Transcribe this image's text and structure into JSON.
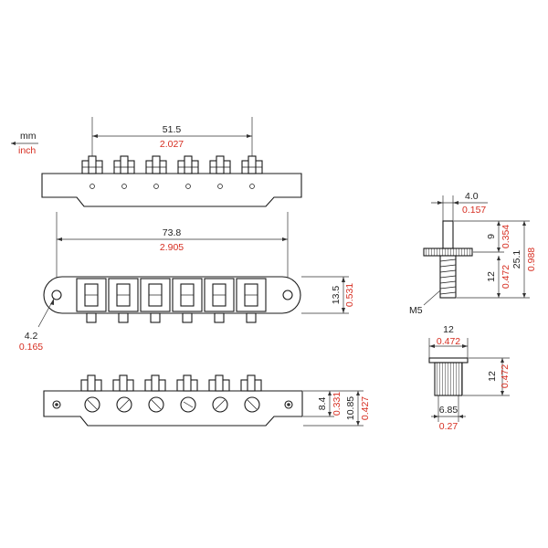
{
  "colors": {
    "imperial": "#d62d20",
    "metric": "#222222",
    "line": "#1a1a1a"
  },
  "legend": {
    "metric_label": "mm",
    "imperial_label": "inch"
  },
  "front_view": {
    "saddle_spacing": {
      "mm": "51.5",
      "inch": "2.027"
    }
  },
  "top_view": {
    "overall_length": {
      "mm": "73.8",
      "inch": "2.905"
    },
    "mount_hole": {
      "mm": "4.2",
      "inch": "0.165"
    },
    "depth": {
      "mm": "13.5",
      "inch": "0.531"
    }
  },
  "rear_view": {
    "height_body": {
      "mm": "8.4",
      "inch": "0.331"
    },
    "height_total": {
      "mm": "10.85",
      "inch": "0.427"
    }
  },
  "stud": {
    "diameter": {
      "mm": "4.0",
      "inch": "0.157"
    },
    "upper_height": {
      "mm": "9",
      "inch": "0.354"
    },
    "lower_height": {
      "mm": "12",
      "inch": "0.472"
    },
    "total_height": {
      "mm": "25.1",
      "inch": "0.988"
    },
    "thread_label": "M5"
  },
  "bushing": {
    "width": {
      "mm": "12",
      "inch": "0.472"
    },
    "height": {
      "mm": "12",
      "inch": "0.472"
    },
    "inner": {
      "mm": "6.85",
      "inch": "0.27"
    }
  }
}
